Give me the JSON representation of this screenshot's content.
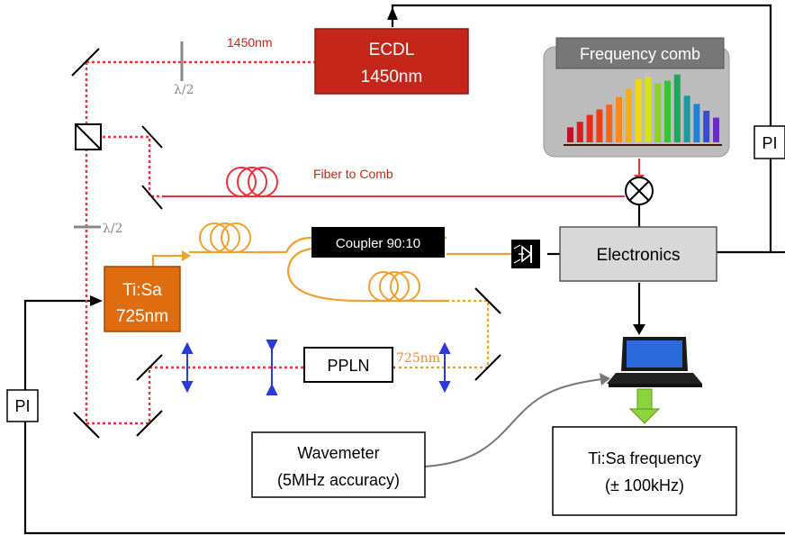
{
  "boxes": {
    "ecdl_line1": "ECDL",
    "ecdl_line2": "1450nm",
    "comb_title": "Frequency comb",
    "tisa_line1": "Ti:Sa",
    "tisa_line2": "725nm",
    "coupler": "Coupler 90:10",
    "electronics": "Electronics",
    "ppln": "PPLN",
    "wavemeter_line1": "Wavemeter",
    "wavemeter_line2": "(5MHz accuracy)",
    "tisa_freq_line1": "Ti:Sa frequency",
    "tisa_freq_line2": "(± 100kHz)",
    "pi_right": "PI",
    "pi_left": "PI"
  },
  "labels": {
    "beam_1450": "1450nm",
    "lambda_half_top": "λ/2",
    "lambda_half_left": "λ/2",
    "fiber_to_comb": "Fiber to Comb",
    "beam_725": "725nm"
  },
  "comb_bars": [
    {
      "level": 0.22,
      "color": "#c0102a"
    },
    {
      "level": 0.3,
      "color": "#d81e1e"
    },
    {
      "level": 0.4,
      "color": "#e82a18"
    },
    {
      "level": 0.48,
      "color": "#f03c12"
    },
    {
      "level": 0.55,
      "color": "#f4641a"
    },
    {
      "level": 0.66,
      "color": "#f88a1c"
    },
    {
      "level": 0.78,
      "color": "#f4b010"
    },
    {
      "level": 0.92,
      "color": "#f0d80c"
    },
    {
      "level": 0.96,
      "color": "#d6e40e"
    },
    {
      "level": 0.86,
      "color": "#8cd21e"
    },
    {
      "level": 0.9,
      "color": "#3cc23a"
    },
    {
      "level": 0.99,
      "color": "#1aa85a"
    },
    {
      "level": 0.68,
      "color": "#1a9a9a"
    },
    {
      "level": 0.56,
      "color": "#2280d6"
    },
    {
      "level": 0.46,
      "color": "#3a4ad8"
    },
    {
      "level": 0.36,
      "color": "#6a2cc8"
    }
  ],
  "colors": {
    "ecdl": "#c4261a",
    "tisa": "#e06c10",
    "red_beam": "#e8333a",
    "orange_beam": "#f0a030",
    "gray_fiber": "#777777",
    "lens_blue": "#2a3ad8",
    "comb_panel": "#bcbcbc",
    "comb_title_bg": "#777777",
    "electronics_bg": "#d8d8d8",
    "green_arrow": "#8cd43c"
  }
}
